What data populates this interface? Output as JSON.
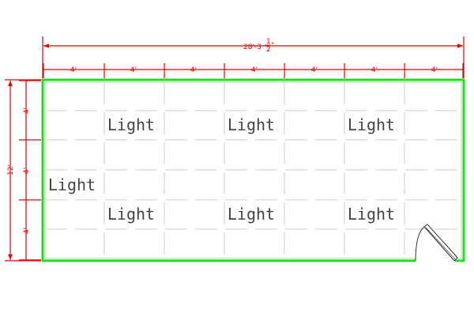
{
  "colors": {
    "dimension": "#e60000",
    "wall": "#22dd22",
    "wall_inner": "#99ee99",
    "grid": "#cccccc",
    "label": "#444444",
    "door": "#333333"
  },
  "overall_width_label": "28'-3",
  "overall_width_fraction": {
    "numerator": "1",
    "denominator": "2",
    "unit": "\""
  },
  "overall_height_label": "12'",
  "top_segment_labels": [
    "4'",
    "4'",
    "4'",
    "4'",
    "4'",
    "4'",
    "4'"
  ],
  "side_segment_labels": [
    "4'",
    "4'",
    "4'"
  ],
  "light_labels": [
    "Light",
    "Light",
    "Light",
    "Light",
    "Light",
    "Light",
    "Light"
  ]
}
